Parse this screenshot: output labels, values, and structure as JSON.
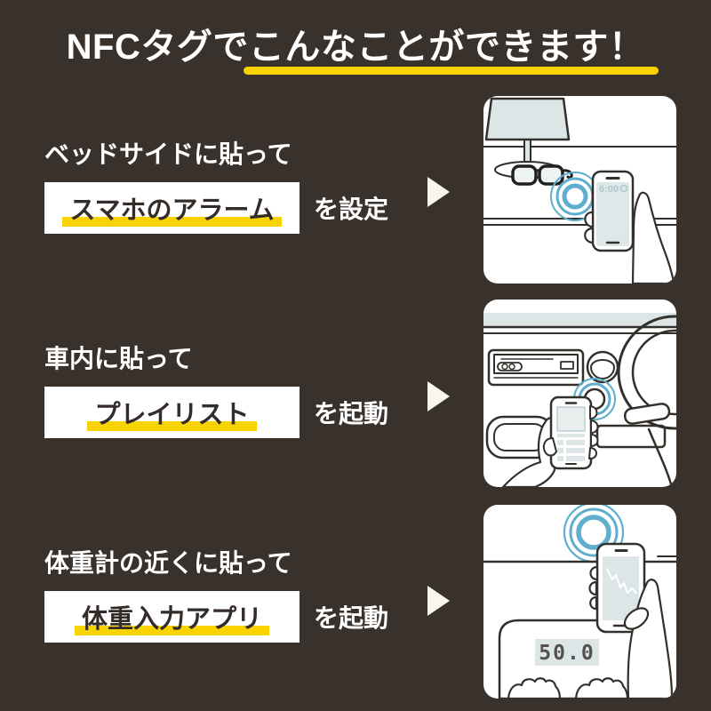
{
  "title": "NFCタグでこんなことができます！",
  "colors": {
    "background": "#39312C",
    "accent_yellow": "#F8D300",
    "nfc_wave_blue": "#5FAECE",
    "illustration_light": "#DCE6E6",
    "outline_dark": "#33302C",
    "text_white": "#FFFFFF",
    "highlight_text_dark": "#332C28"
  },
  "sections": [
    {
      "lead": "ベッドサイドに貼って",
      "highlight": "スマホのアラーム",
      "suffix": "を設定",
      "phone_screen_time": "6:00"
    },
    {
      "lead": "車内に貼って",
      "highlight": "プレイリスト",
      "suffix": "を起動"
    },
    {
      "lead": "体重計の近くに貼って",
      "highlight": "体重入力アプリ",
      "suffix": "を起動",
      "scale_display": "50.0"
    }
  ]
}
